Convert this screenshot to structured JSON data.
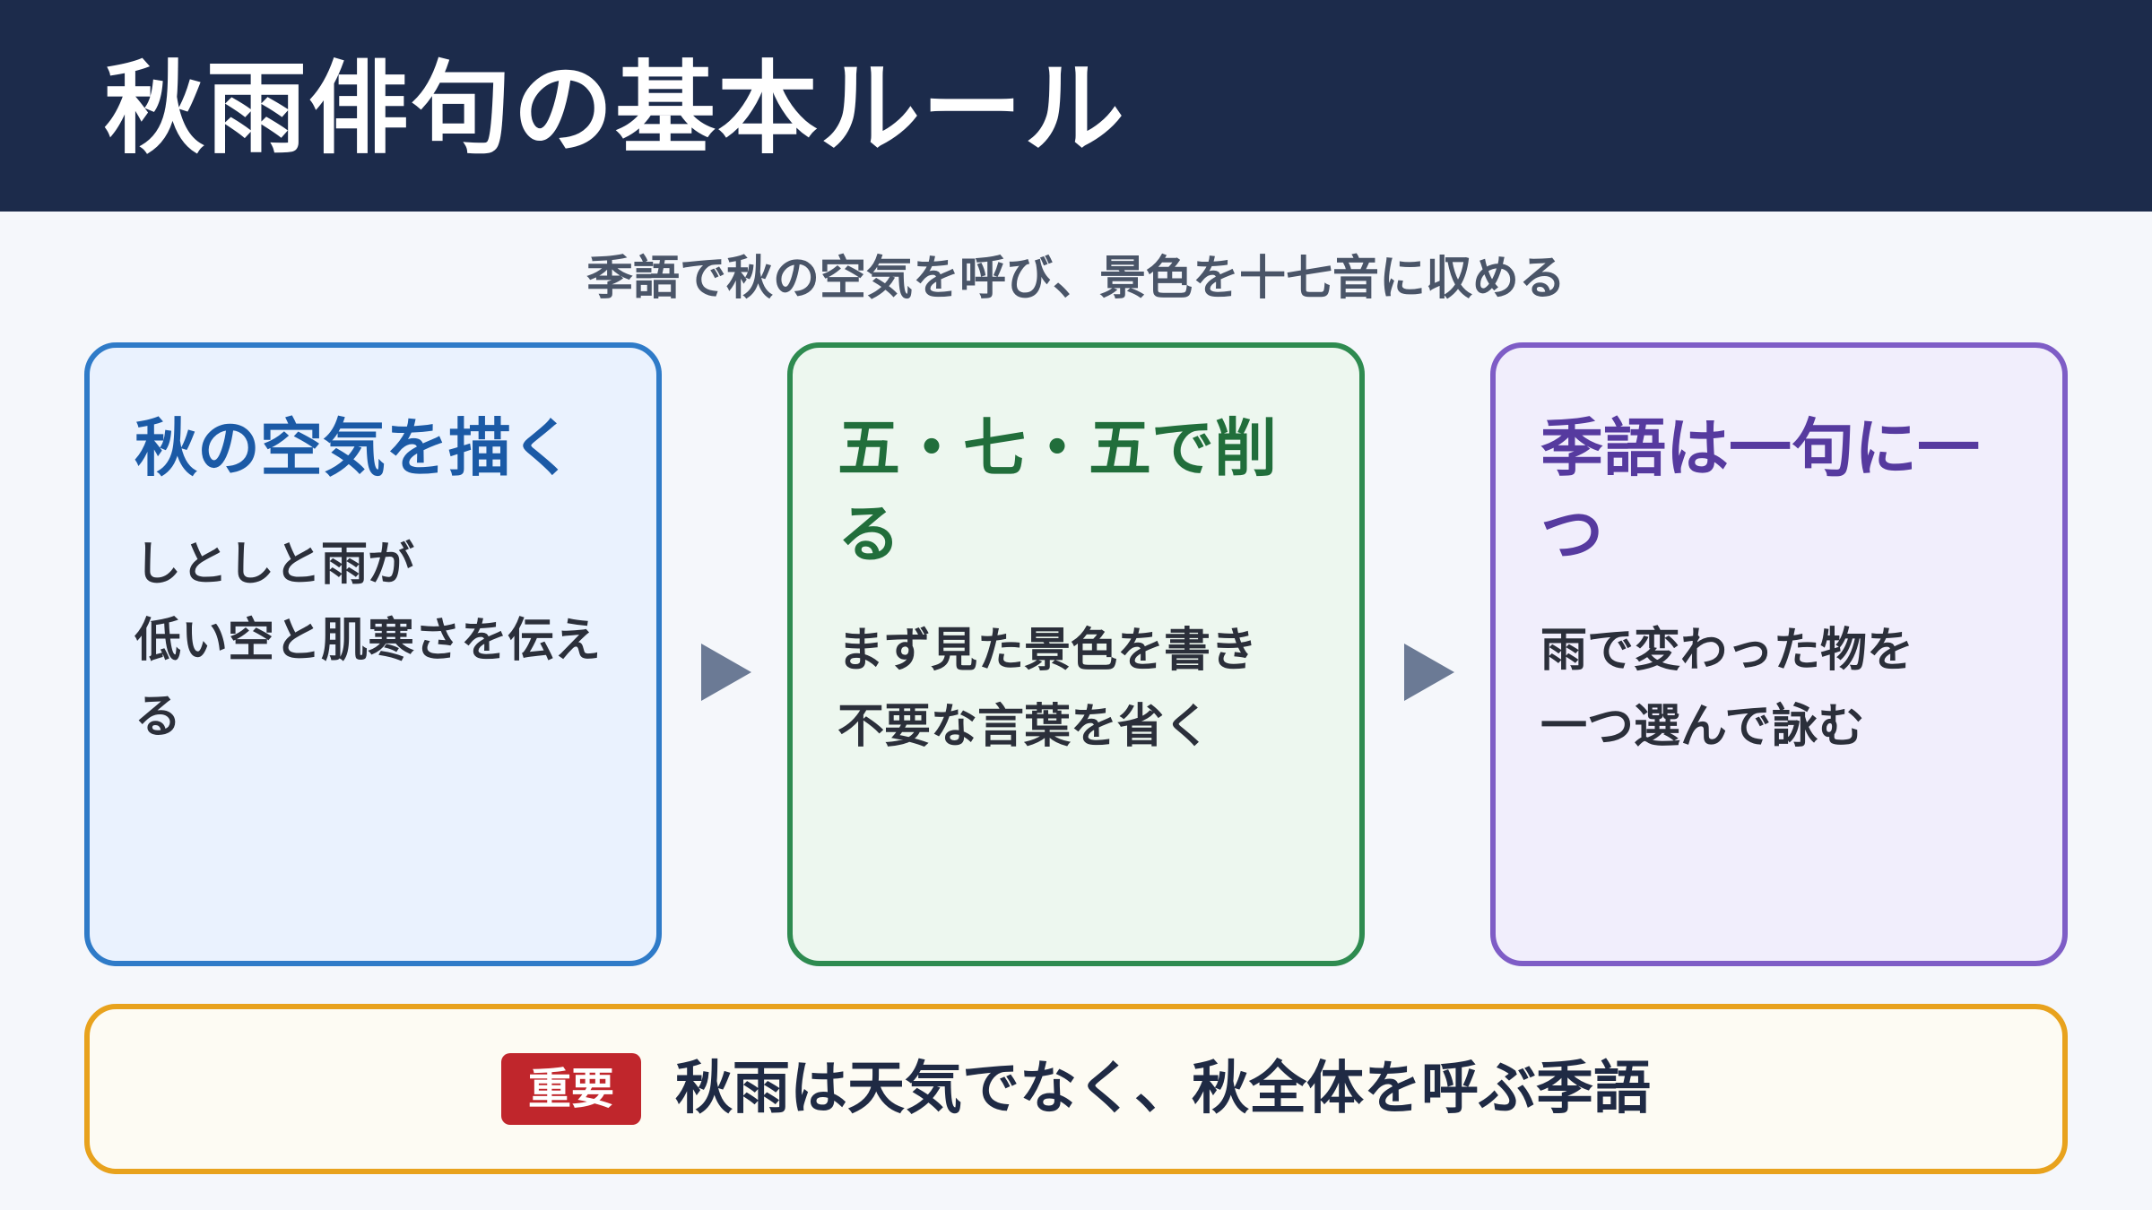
{
  "header": {
    "title": "秋雨俳句の基本ルール"
  },
  "subtitle": "季語で秋の空気を呼び、景色を十七音に収める",
  "cards": [
    {
      "title": "秋の空気を描く",
      "lines": [
        "しとしと雨が",
        "低い空と肌寒さを伝える"
      ],
      "color": "#2f7bc8"
    },
    {
      "title": "五・七・五で削る",
      "lines": [
        "まず見た景色を書き",
        "不要な言葉を省く"
      ],
      "color": "#2e8b50"
    },
    {
      "title": "季語は一句に一つ",
      "lines": [
        "雨で変わった物を",
        "一つ選んで詠む"
      ],
      "color": "#7e5dc6"
    }
  ],
  "arrows": [
    "right-triangle-icon",
    "right-triangle-icon"
  ],
  "note": {
    "badge": "重要",
    "text": "秋雨は天気でなく、秋全体を呼ぶ季語",
    "border_color": "#e8a21d",
    "badge_color": "#c0262c"
  }
}
